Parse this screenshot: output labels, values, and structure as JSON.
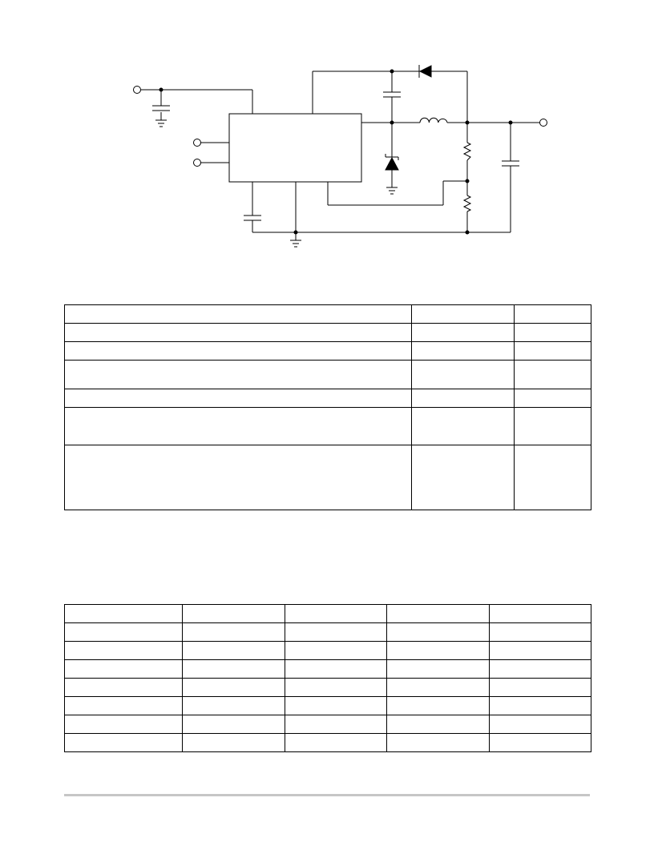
{
  "schematic": {
    "components": [
      "input-terminal",
      "input-capacitor",
      "ground-symbol",
      "control-terminal",
      "control-terminal",
      "regulator-ic",
      "bootstrap-capacitor",
      "schottky-diode",
      "catch-zener-diode",
      "inductor",
      "feedback-resistor",
      "feedback-resistor",
      "output-capacitor",
      "soft-start-capacitor",
      "output-terminal"
    ]
  },
  "table1": {
    "col_count": 3,
    "rows": [
      [
        "",
        "",
        ""
      ],
      [
        "",
        "",
        ""
      ],
      [
        "",
        "",
        ""
      ],
      [
        "",
        "",
        ""
      ],
      [
        "",
        "",
        ""
      ],
      [
        "",
        "",
        ""
      ],
      [
        "",
        "",
        ""
      ]
    ]
  },
  "table2": {
    "col_count": 5,
    "rows": [
      [
        "",
        "",
        "",
        "",
        ""
      ],
      [
        "",
        "",
        "",
        "",
        ""
      ],
      [
        "",
        "",
        "",
        "",
        ""
      ],
      [
        "",
        "",
        "",
        "",
        ""
      ],
      [
        "",
        "",
        "",
        "",
        ""
      ],
      [
        "",
        "",
        "",
        "",
        ""
      ],
      [
        "",
        "",
        "",
        "",
        ""
      ],
      [
        "",
        "",
        "",
        "",
        ""
      ]
    ]
  }
}
